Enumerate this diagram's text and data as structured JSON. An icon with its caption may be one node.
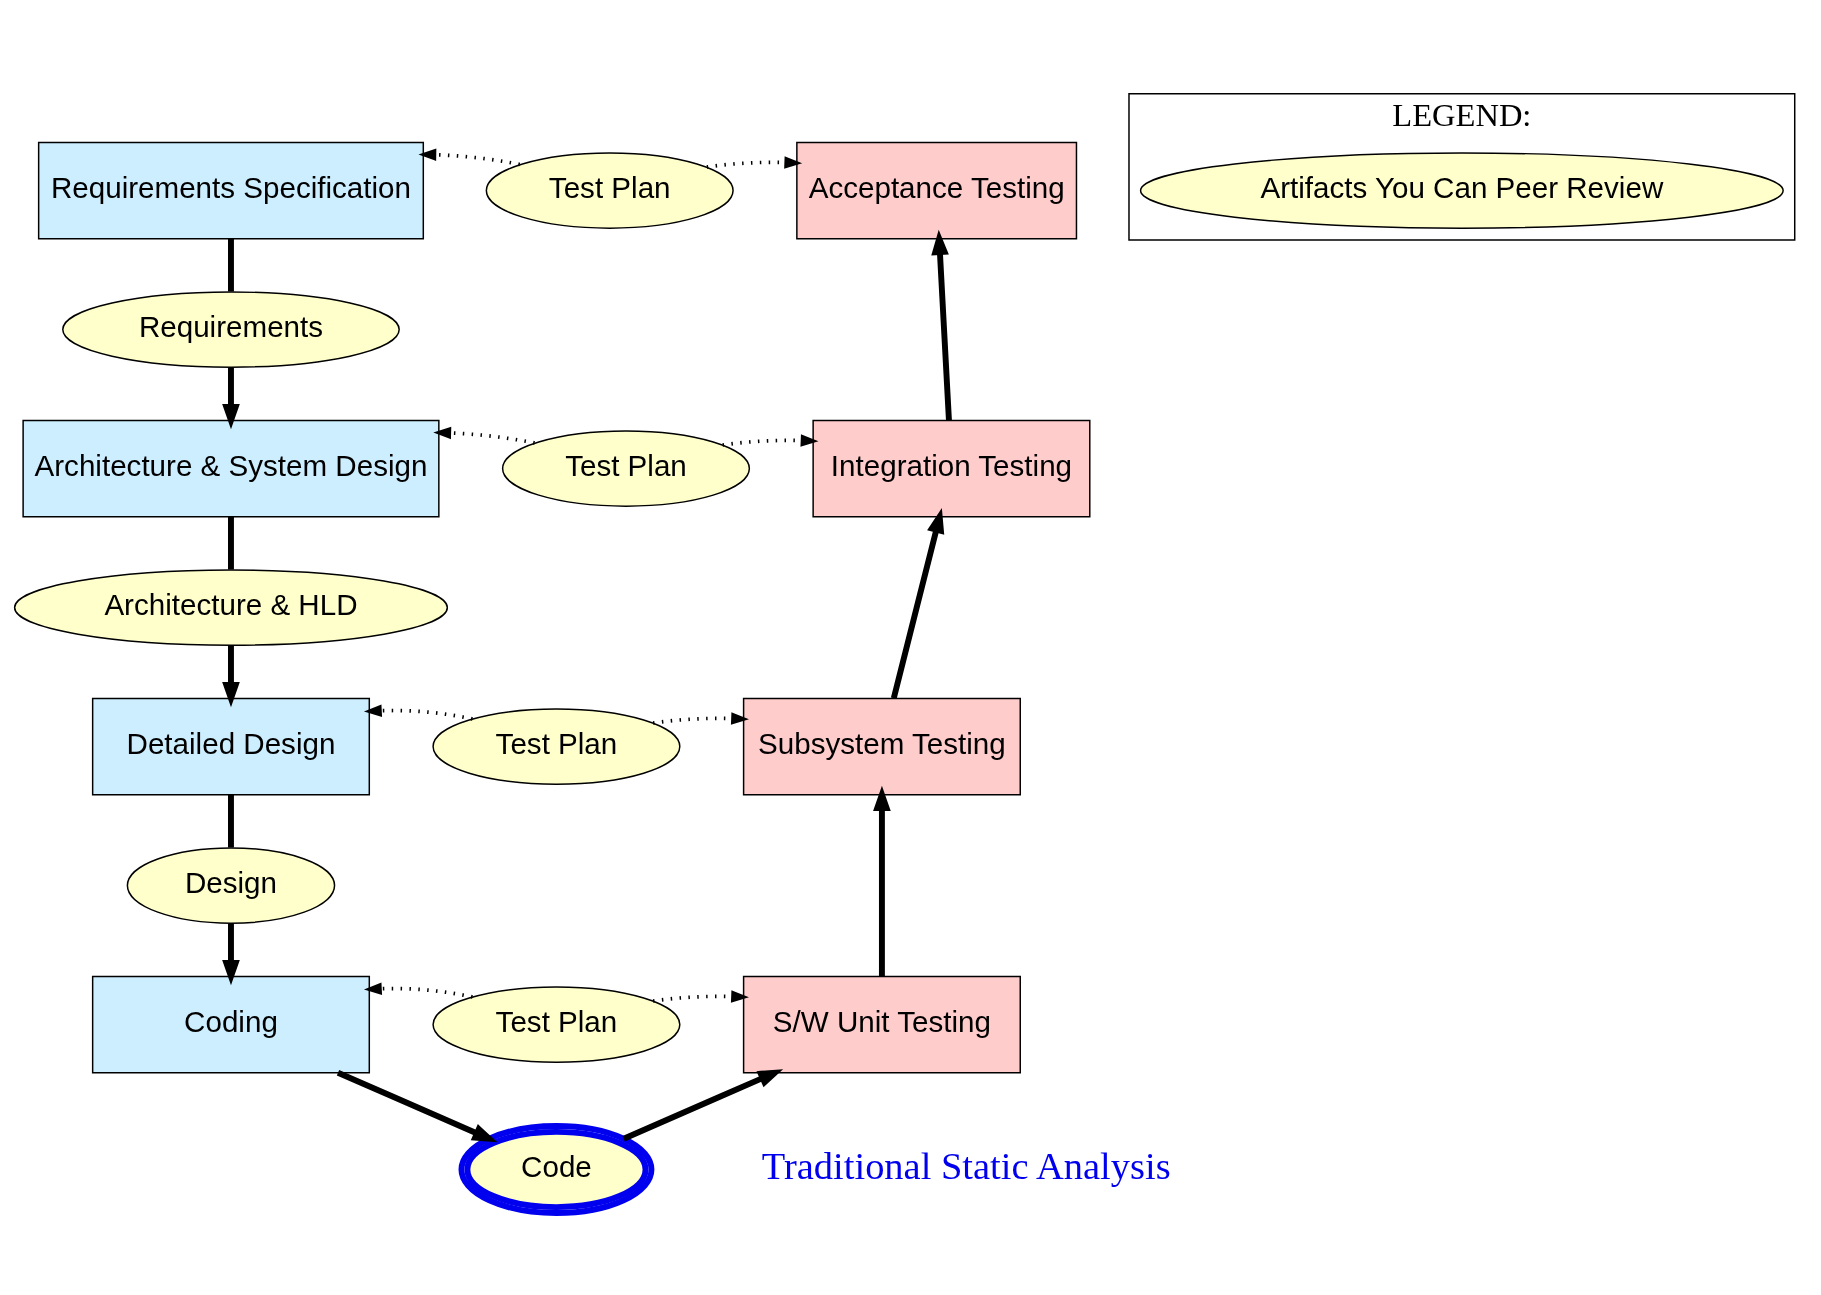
{
  "diagram": {
    "nodes": [
      {
        "text": [
          "Requirements Specification"
        ]
      },
      {
        "text": [
          "Test Plan"
        ]
      },
      {
        "text": [
          "Acceptance Testing"
        ]
      },
      {
        "text": [
          "Requirements"
        ]
      },
      {
        "text": [
          "Architecture & System Design"
        ]
      },
      {
        "text": [
          "Test Plan"
        ]
      },
      {
        "text": [
          "Integration Testing"
        ]
      },
      {
        "text": [
          "Architecture & HLD"
        ]
      },
      {
        "text": [
          "Detailed Design"
        ]
      },
      {
        "text": [
          "Test Plan"
        ]
      },
      {
        "text": [
          "Subsystem Testing"
        ]
      },
      {
        "text": [
          "Design"
        ]
      },
      {
        "text": [
          "Coding"
        ]
      },
      {
        "text": [
          "Test Plan"
        ]
      },
      {
        "text": [
          "S/W Unit Testing"
        ]
      },
      {
        "text": [
          "Code"
        ]
      },
      {
        "text": [
          "LEGEND:"
        ]
      },
      {
        "text": [
          "Artifacts You Can Peer Review"
        ],
        "in": 16
      }
    ],
    "edges": [
      {
        "from": 0,
        "to": 3,
        "arrow": "none"
      },
      {
        "from": 3,
        "to": 4,
        "arrow": "to"
      },
      {
        "from": 4,
        "to": 7,
        "arrow": "none"
      },
      {
        "from": 7,
        "to": 8,
        "arrow": "to"
      },
      {
        "from": 8,
        "to": 11,
        "arrow": "none"
      },
      {
        "from": 11,
        "to": 12,
        "arrow": "to"
      },
      {
        "from": 12,
        "to": 15,
        "arrow": "to"
      },
      {
        "from": 15,
        "to": 14,
        "arrow": "to"
      },
      {
        "from": 14,
        "to": 10,
        "arrow": "to"
      },
      {
        "from": 10,
        "to": 6,
        "arrow": "to"
      },
      {
        "from": 6,
        "to": 2,
        "arrow": "to"
      },
      {
        "from": 1,
        "to": 0,
        "arrow": "to",
        "style": "dashed"
      },
      {
        "from": 1,
        "to": 2,
        "arrow": "to",
        "style": "dashed"
      },
      {
        "from": 5,
        "to": 4,
        "arrow": "to",
        "style": "dashed"
      },
      {
        "from": 5,
        "to": 6,
        "arrow": "to",
        "style": "dashed"
      },
      {
        "from": 9,
        "to": 8,
        "arrow": "to",
        "style": "dashed"
      },
      {
        "from": 9,
        "to": 10,
        "arrow": "to",
        "style": "dashed"
      },
      {
        "from": 13,
        "to": 12,
        "arrow": "to",
        "style": "dashed"
      },
      {
        "from": 13,
        "to": 14,
        "arrow": "to",
        "style": "dashed"
      }
    ],
    "labels": [
      "Traditional Static Analysis"
    ]
  }
}
